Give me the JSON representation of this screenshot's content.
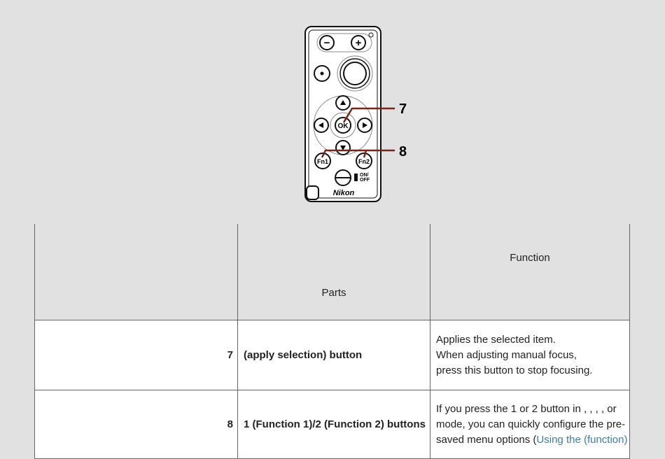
{
  "diagram": {
    "callouts": [
      "7",
      "8"
    ],
    "labels": {
      "minus": "−",
      "plus": "+",
      "ok": "OK",
      "fn1": "Fn1",
      "fn2": "Fn2",
      "on_off": "ON/\nOFF",
      "brand": "Nikon"
    }
  },
  "table": {
    "headers": [
      "",
      "Parts",
      "Function"
    ],
    "rows": [
      {
        "num": "7",
        "part": "(apply selection) button",
        "function_lines": [
          "Applies the selected item.",
          "When adjusting manual focus,",
          "press this button to stop focusing."
        ]
      },
      {
        "num": "8",
        "part": "1 (Function 1)/2 (Function 2) buttons",
        "function_text": "If you press the 1 or 2 button in , , , , or mode, you can quickly configure the pre-saved menu options (",
        "link": "Using the (function)"
      }
    ]
  }
}
